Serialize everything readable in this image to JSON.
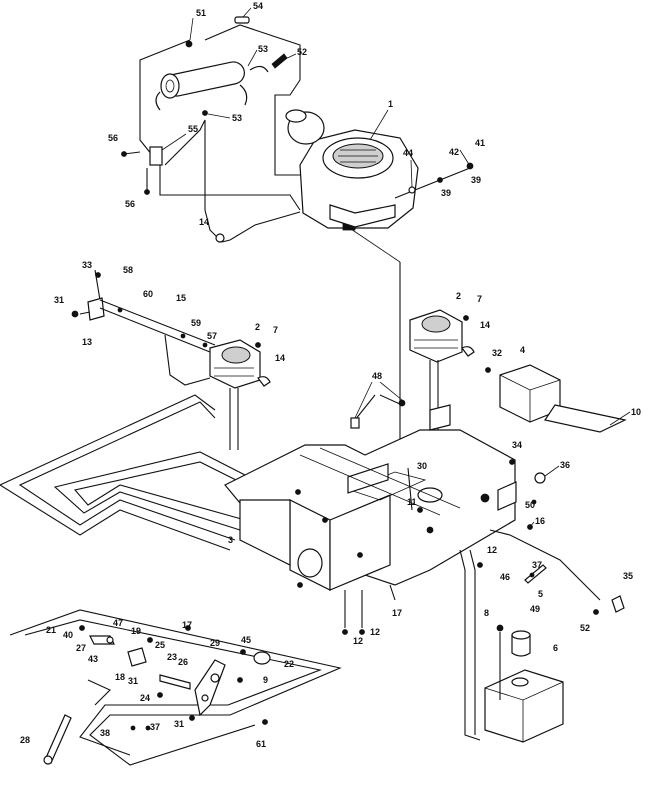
{
  "callouts": [
    {
      "id": "c51",
      "text": "51"
    },
    {
      "id": "c54",
      "text": "54"
    },
    {
      "id": "c53a",
      "text": "53"
    },
    {
      "id": "c52a",
      "text": "52"
    },
    {
      "id": "c53b",
      "text": "53"
    },
    {
      "id": "c1",
      "text": "1"
    },
    {
      "id": "c56a",
      "text": "56"
    },
    {
      "id": "c55",
      "text": "55"
    },
    {
      "id": "c56b",
      "text": "56"
    },
    {
      "id": "c44",
      "text": "44"
    },
    {
      "id": "c42",
      "text": "42"
    },
    {
      "id": "c41",
      "text": "41"
    },
    {
      "id": "c39a",
      "text": "39"
    },
    {
      "id": "c39b",
      "text": "39"
    },
    {
      "id": "c14a",
      "text": "14"
    },
    {
      "id": "c33",
      "text": "33"
    },
    {
      "id": "c58",
      "text": "58"
    },
    {
      "id": "c60",
      "text": "60"
    },
    {
      "id": "c15",
      "text": "15"
    },
    {
      "id": "c31a",
      "text": "31"
    },
    {
      "id": "c13",
      "text": "13"
    },
    {
      "id": "c59",
      "text": "59"
    },
    {
      "id": "c57",
      "text": "57"
    },
    {
      "id": "c2a",
      "text": "2"
    },
    {
      "id": "c7a",
      "text": "7"
    },
    {
      "id": "c14b",
      "text": "14"
    },
    {
      "id": "c2b",
      "text": "2"
    },
    {
      "id": "c7b",
      "text": "7"
    },
    {
      "id": "c14c",
      "text": "14"
    },
    {
      "id": "c32a",
      "text": "32"
    },
    {
      "id": "c4",
      "text": "4"
    },
    {
      "id": "c48",
      "text": "48"
    },
    {
      "id": "c10",
      "text": "10"
    },
    {
      "id": "c34",
      "text": "34"
    },
    {
      "id": "c36",
      "text": "36"
    },
    {
      "id": "c30",
      "text": "30"
    },
    {
      "id": "c11",
      "text": "11"
    },
    {
      "id": "c50",
      "text": "50"
    },
    {
      "id": "c3",
      "text": "3"
    },
    {
      "id": "c16",
      "text": "16"
    },
    {
      "id": "c12a",
      "text": "12"
    },
    {
      "id": "c37a",
      "text": "37"
    },
    {
      "id": "c46",
      "text": "46"
    },
    {
      "id": "c5",
      "text": "5"
    },
    {
      "id": "c35",
      "text": "35"
    },
    {
      "id": "c52b",
      "text": "52"
    },
    {
      "id": "c17a",
      "text": "17"
    },
    {
      "id": "c12b",
      "text": "12"
    },
    {
      "id": "c12c",
      "text": "12"
    },
    {
      "id": "c8",
      "text": "8"
    },
    {
      "id": "c49",
      "text": "49"
    },
    {
      "id": "c6",
      "text": "6"
    },
    {
      "id": "c21",
      "text": "21"
    },
    {
      "id": "c40",
      "text": "40"
    },
    {
      "id": "c47",
      "text": "47"
    },
    {
      "id": "c19",
      "text": "19"
    },
    {
      "id": "c17b",
      "text": "17"
    },
    {
      "id": "c29",
      "text": "29"
    },
    {
      "id": "c27",
      "text": "27"
    },
    {
      "id": "c43",
      "text": "43"
    },
    {
      "id": "c25",
      "text": "25"
    },
    {
      "id": "c45",
      "text": "45"
    },
    {
      "id": "c18",
      "text": "18"
    },
    {
      "id": "c31b",
      "text": "31"
    },
    {
      "id": "c23",
      "text": "23"
    },
    {
      "id": "c26",
      "text": "26"
    },
    {
      "id": "c22",
      "text": "22"
    },
    {
      "id": "c24",
      "text": "24"
    },
    {
      "id": "c9",
      "text": "9"
    },
    {
      "id": "c31c",
      "text": "31"
    },
    {
      "id": "c28",
      "text": "28"
    },
    {
      "id": "c38",
      "text": "38"
    },
    {
      "id": "c37b",
      "text": "37"
    },
    {
      "id": "c61",
      "text": "61"
    }
  ]
}
